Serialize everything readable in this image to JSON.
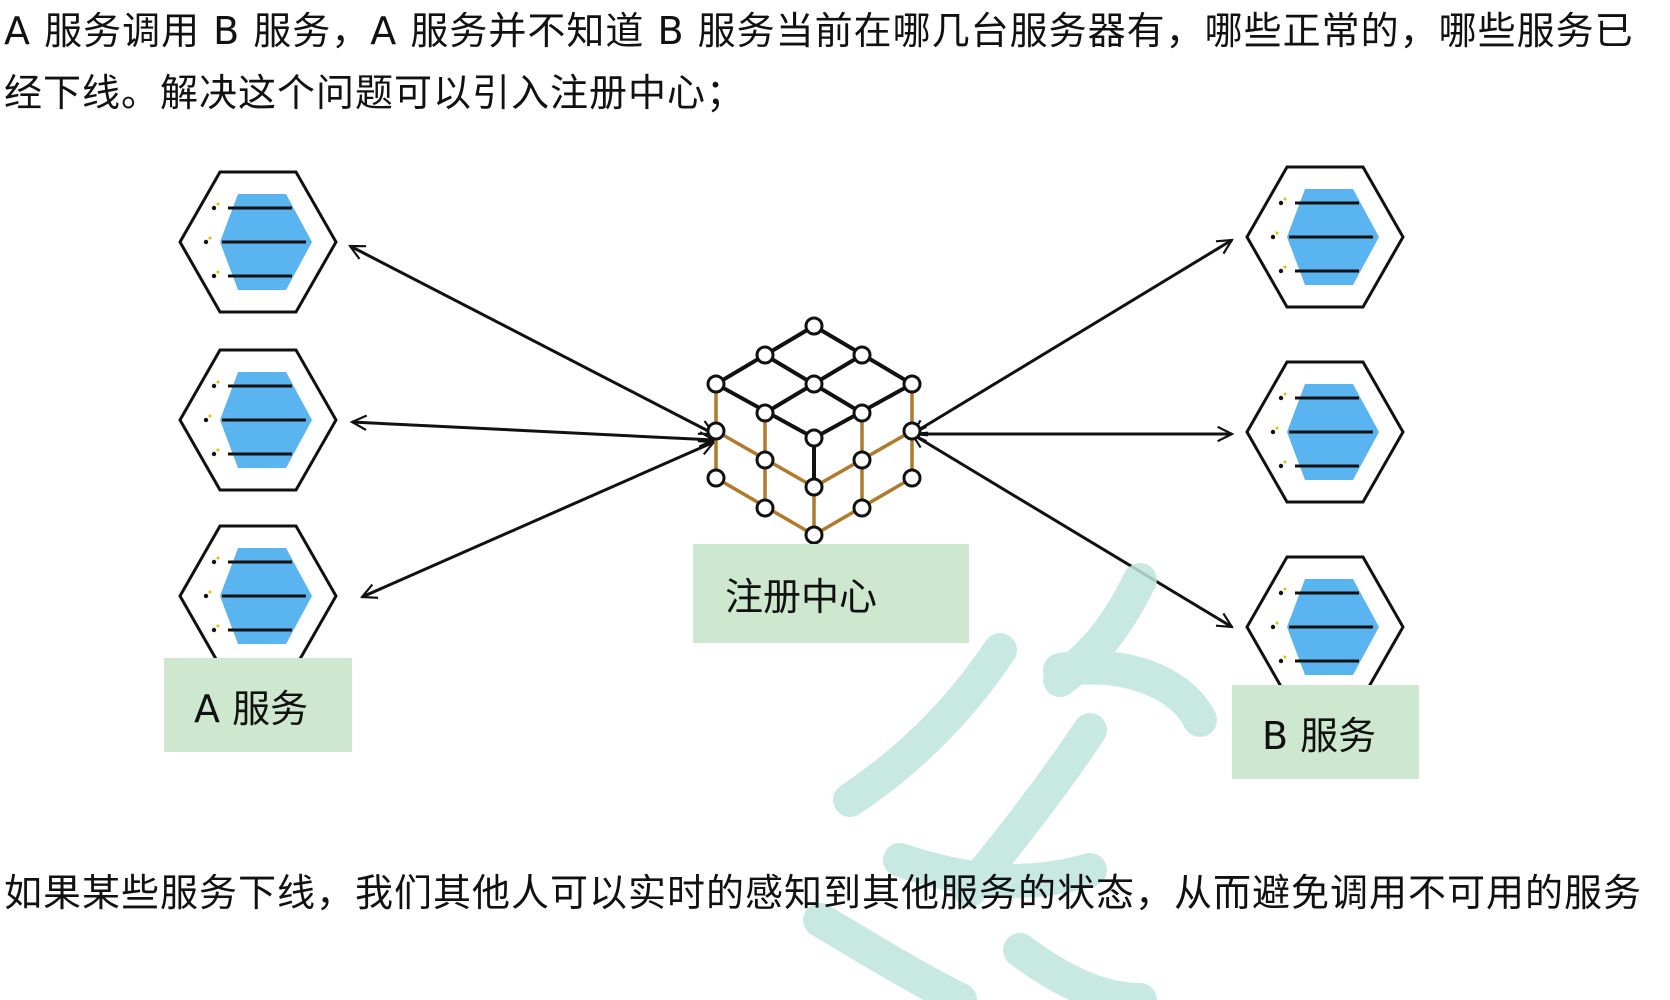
{
  "text": {
    "intro": "A 服务调用 B 服务，A 服务并不知道 B 服务当前在哪几台服务器有，哪些正常的，哪些服务已经下线。解决这个问题可以引入注册中心；",
    "conclusion": "如果某些服务下线，我们其他人可以实时的感知到其他服务的状态，从而避免调用不可用的服务"
  },
  "diagram": {
    "service_a_label": "A 服务",
    "service_b_label": "B 服务",
    "registry_label": "注册中心"
  },
  "colors": {
    "label_bg": "#cde8cf",
    "hex_fill": "#5ab4f0",
    "cube_edge": "#b07a2a",
    "watermark": "#bfe6dc"
  }
}
